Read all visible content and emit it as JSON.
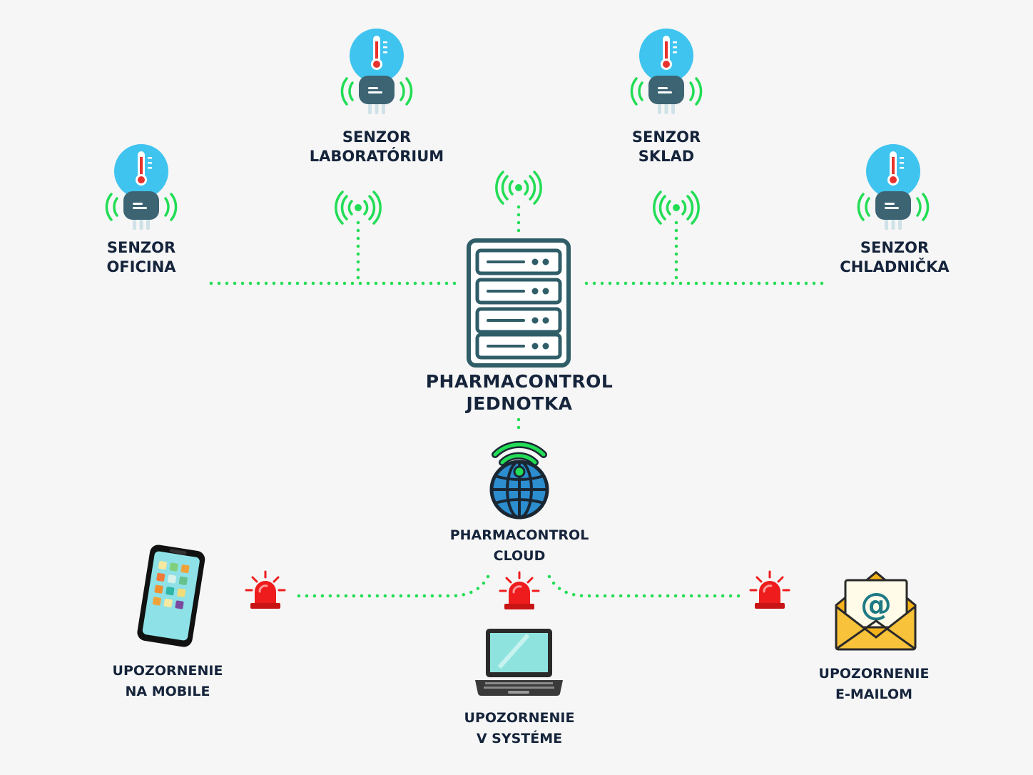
{
  "colors": {
    "link": "#22dd55",
    "text": "#15243b",
    "sensor_head": "#3fc4f0",
    "sensor_body": "#3d6473",
    "server": "#2f5d68",
    "alarm": "#ee1c1c",
    "envelope": "#f6b21a"
  },
  "sensors": [
    {
      "line1": "SENZOR",
      "line2": "OFICINA"
    },
    {
      "line1": "SENZOR",
      "line2": "LABORATÓRIUM"
    },
    {
      "line1": "SENZOR",
      "line2": "SKLAD"
    },
    {
      "line1": "SENZOR",
      "line2": "CHLADNIČKA"
    }
  ],
  "unit": {
    "line1": "PHARMACONTROL",
    "line2": "JEDNOTKA"
  },
  "cloud": {
    "line1": "PHARMACONTROL",
    "line2": "CLOUD"
  },
  "alerts": [
    {
      "line1": "UPOZORNENIE",
      "line2": "NA MOBILE",
      "icon": "smartphone-icon"
    },
    {
      "line1": "UPOZORNENIE",
      "line2": "V SYSTÉME",
      "icon": "laptop-icon"
    },
    {
      "line1": "UPOZORNENIE",
      "line2": "E-MAILOM",
      "icon": "email-envelope-icon"
    }
  ]
}
